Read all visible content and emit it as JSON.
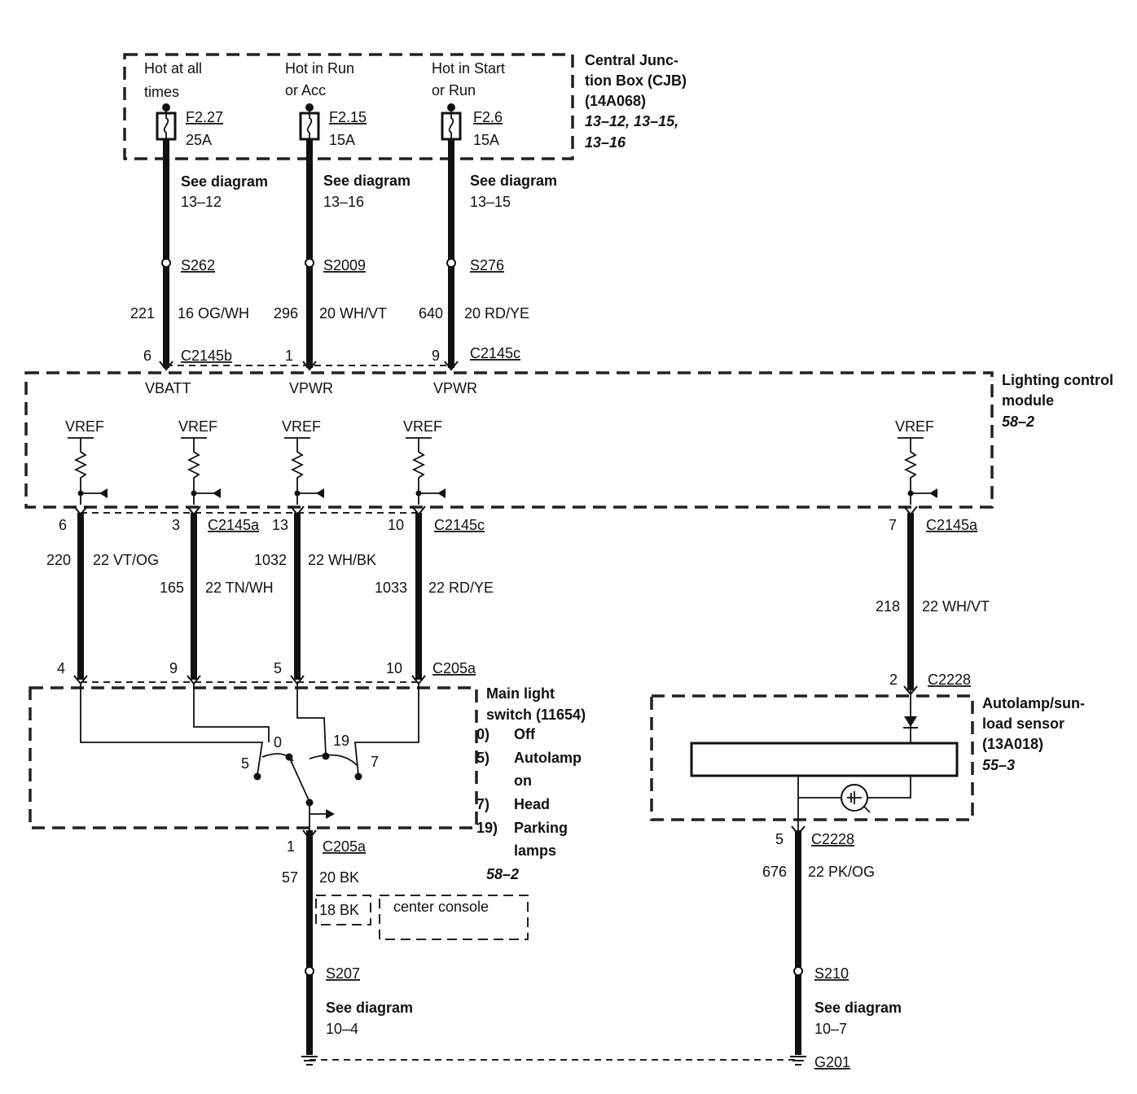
{
  "cjb": {
    "title_line1": "Central Junc-",
    "title_line2": "tion Box (CJB)",
    "part": "(14A068)",
    "refs_line1": "13–12, 13–15,",
    "refs_line2": "13–16"
  },
  "fuses": [
    {
      "desc_line1": "Hot at all",
      "desc_line2": "times",
      "id": "F2.27",
      "rating": "25A"
    },
    {
      "desc_line1": "Hot in Run",
      "desc_line2": "or Acc",
      "id": "F2.15",
      "rating": "15A"
    },
    {
      "desc_line1": "Hot in Start",
      "desc_line2": "or Run",
      "id": "F2.6",
      "rating": "15A"
    }
  ],
  "feeds": [
    {
      "see": "See diagram",
      "diagram": "13–12",
      "splice": "S262",
      "circuit": "221",
      "wire": "16 OG/WH",
      "pin": "6",
      "connector": "C2145b",
      "input": "VBATT"
    },
    {
      "see": "See diagram",
      "diagram": "13–16",
      "splice": "S2009",
      "circuit": "296",
      "wire": "20 WH/VT",
      "pin": "1",
      "connector": "",
      "input": "VPWR"
    },
    {
      "see": "See diagram",
      "diagram": "13–15",
      "splice": "S276",
      "circuit": "640",
      "wire": "20 RD/YE",
      "pin": "9",
      "connector": "C2145c",
      "input": "VPWR"
    }
  ],
  "lcm": {
    "title_line1": "Lighting control",
    "title_line2": "module",
    "ref": "58–2",
    "vref": "VREF"
  },
  "switch_circuits": [
    {
      "lcm_pin": "6",
      "circuit": "220",
      "wire": "22 VT/OG",
      "switch_pin": "4"
    },
    {
      "lcm_pin": "3",
      "circuit": "165",
      "wire": "22 TN/WH",
      "switch_pin": "9",
      "connector": "C2145a"
    },
    {
      "lcm_pin": "13",
      "circuit": "1032",
      "wire": "22 WH/BK",
      "switch_pin": "5"
    },
    {
      "lcm_pin": "10",
      "circuit": "1033",
      "wire": "22 RD/YE",
      "switch_pin": "10",
      "connector": "C2145c",
      "switch_connector": "C205a"
    }
  ],
  "sensor_circuit": {
    "lcm_pin": "7",
    "connector": "C2145a",
    "circuit": "218",
    "wire": "22 WH/VT",
    "sensor_pin": "2",
    "sensor_connector": "C2228"
  },
  "main_switch": {
    "title_line1": "Main light",
    "title_line2": "switch (11654)",
    "positions": [
      {
        "num": "0)",
        "label": "Off"
      },
      {
        "num": "5)",
        "label": "Autolamp"
      },
      {
        "num": "",
        "label": "on"
      },
      {
        "num": "7)",
        "label": "Head"
      },
      {
        "num": "19)",
        "label": "Parking"
      },
      {
        "num": "",
        "label": "lamps"
      }
    ],
    "ref": "58–2",
    "pos_labels": [
      "0",
      "19",
      "5",
      "7"
    ]
  },
  "sensor": {
    "title_line1": "Autolamp/sun-",
    "title_line2": "load sensor",
    "part": "(13A018)",
    "ref": "55–3"
  },
  "ground_left": {
    "pin": "1",
    "connector": "C205a",
    "circuit": "57",
    "wire": "20 BK",
    "alt_wire": "18 BK",
    "location": "center console",
    "splice": "S207",
    "see": "See diagram",
    "diagram": "10–4"
  },
  "ground_right": {
    "pin": "5",
    "connector": "C2228",
    "circuit": "676",
    "wire": "22 PK/OG",
    "splice": "S210",
    "see": "See diagram",
    "diagram": "10–7"
  },
  "ground": {
    "id": "G201"
  }
}
